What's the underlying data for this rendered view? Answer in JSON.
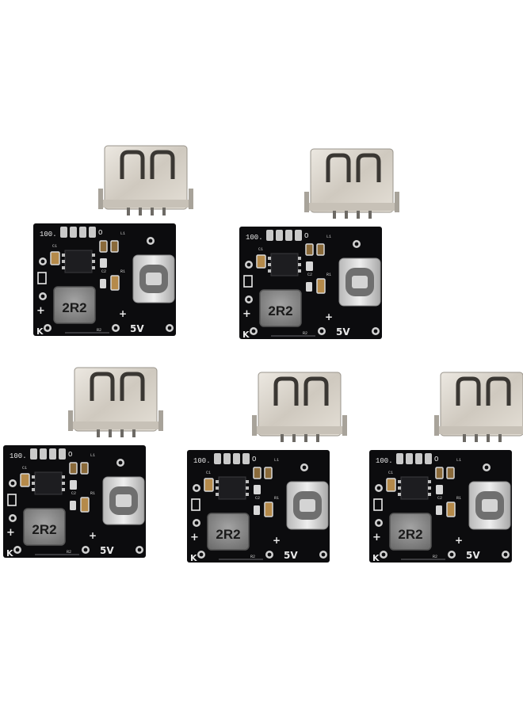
{
  "product": {
    "module_count": 5,
    "silkscreen": {
      "inductor_marking": "2R2",
      "output_voltage": "5V",
      "plus_mark": "+",
      "k_mark": "K",
      "top_code": "100.",
      "o_mark": "O",
      "small_codes": [
        "C1",
        "C2",
        "R1",
        "R2",
        "L1"
      ]
    }
  },
  "colors": {
    "background": "#ffffff",
    "pcb": "#0c0c0e",
    "silk": "#e8e8e8",
    "usb_metal": "#d9d4cc",
    "inductor": "#8c8c8c",
    "copper": "#c9c9c9"
  }
}
